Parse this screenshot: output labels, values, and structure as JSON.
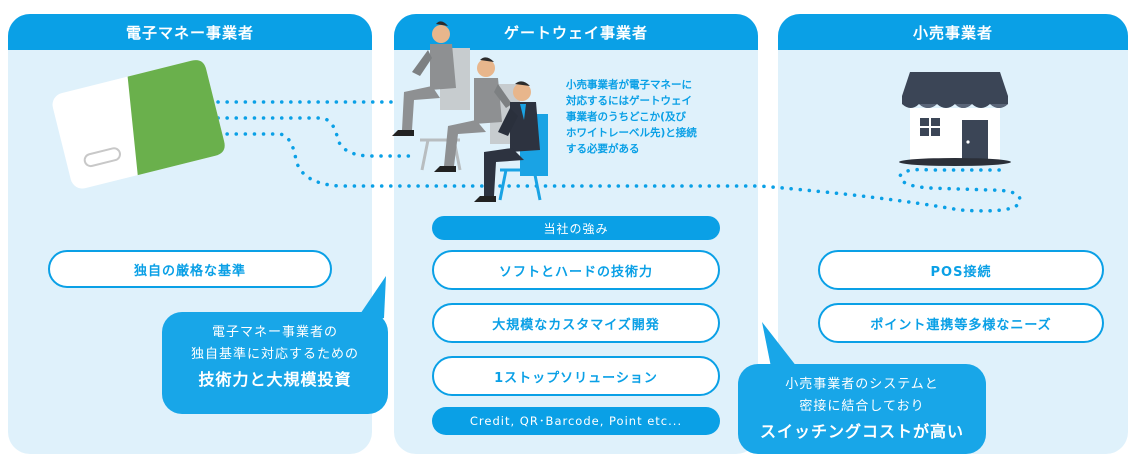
{
  "colors": {
    "accent": "#0aa0e6",
    "panel_bg": "#dff1fb",
    "card_green": "#6ab04c",
    "shop_roof": "#3b4556"
  },
  "panels": [
    {
      "title": "電子マネー事業者"
    },
    {
      "title": "ゲートウェイ事業者"
    },
    {
      "title": "小売事業者"
    }
  ],
  "emoney": {
    "feature": "独自の厳格な基準"
  },
  "gateway": {
    "note": [
      "小売事業者が電子マネーに",
      "対応するにはゲートウェイ",
      "事業者のうちどこか(及び",
      "ホワイトレーベル先)と接続",
      "する必要がある"
    ],
    "strengths_label": "当社の強み",
    "strengths": [
      "ソフトとハードの技術力",
      "大規模なカスタマイズ開発",
      "1ストップソリューション"
    ],
    "payments": "Credit, QR･Barcode, Point etc..."
  },
  "retail": {
    "features": [
      "POS接続",
      "ポイント連携等多様なニーズ"
    ]
  },
  "bubble_left": {
    "line1": "電子マネー事業者の",
    "line2": "独自基準に対応するための",
    "line3": "技術力と大規模投資"
  },
  "bubble_right": {
    "line1": "小売事業者のシステムと",
    "line2": "密接に結合しており",
    "line3": "スイッチングコストが高い"
  },
  "icons": [
    "emoney-card-icon",
    "business-people-icon",
    "shop-icon"
  ]
}
